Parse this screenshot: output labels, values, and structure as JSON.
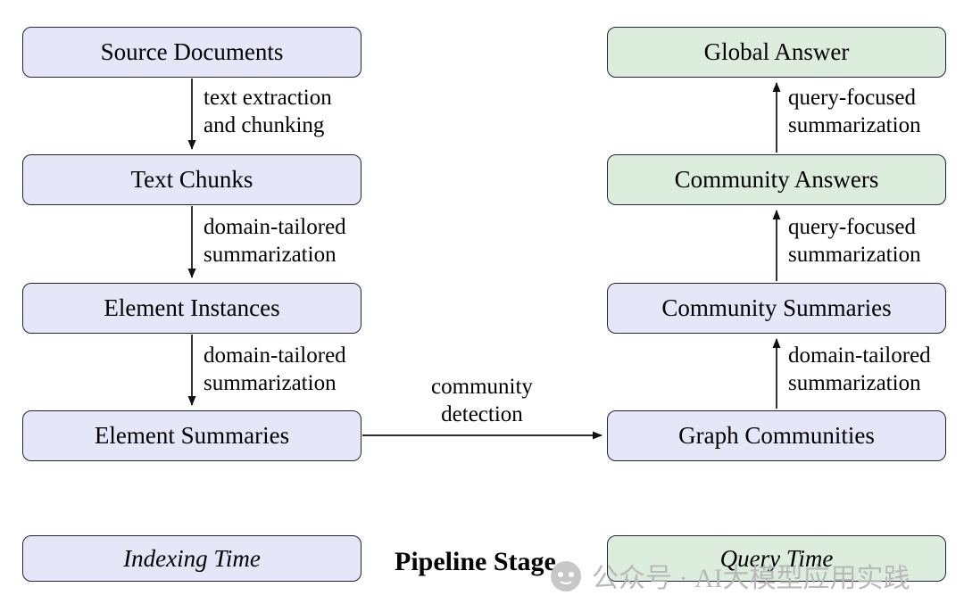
{
  "diagram": {
    "boxes": {
      "source_documents": "Source Documents",
      "text_chunks": "Text Chunks",
      "element_instances": "Element Instances",
      "element_summaries": "Element Summaries",
      "graph_communities": "Graph Communities",
      "community_summaries": "Community Summaries",
      "community_answers": "Community Answers",
      "global_answer": "Global Answer"
    },
    "edges": [
      {
        "line1": "text extraction",
        "line2": "and chunking"
      },
      {
        "line1": "domain-tailored",
        "line2": "summarization"
      },
      {
        "line1": "domain-tailored",
        "line2": "summarization"
      },
      {
        "line1": "community",
        "line2": "detection"
      },
      {
        "line1": "domain-tailored",
        "line2": "summarization"
      },
      {
        "line1": "query-focused",
        "line2": "summarization"
      },
      {
        "line1": "query-focused",
        "line2": "summarization"
      }
    ],
    "legend": {
      "indexing_time": "Indexing Time",
      "pipeline_stage": "Pipeline Stage",
      "query_time": "Query Time"
    },
    "colors": {
      "indexing_box_fill": "#e6e6f9",
      "query_box_fill": "#dcedde",
      "box_border": "#23233a",
      "arrow": "#111111",
      "watermark": "#b5b5b5"
    },
    "watermark_text": "公众号 · AI大模型应用实践"
  }
}
